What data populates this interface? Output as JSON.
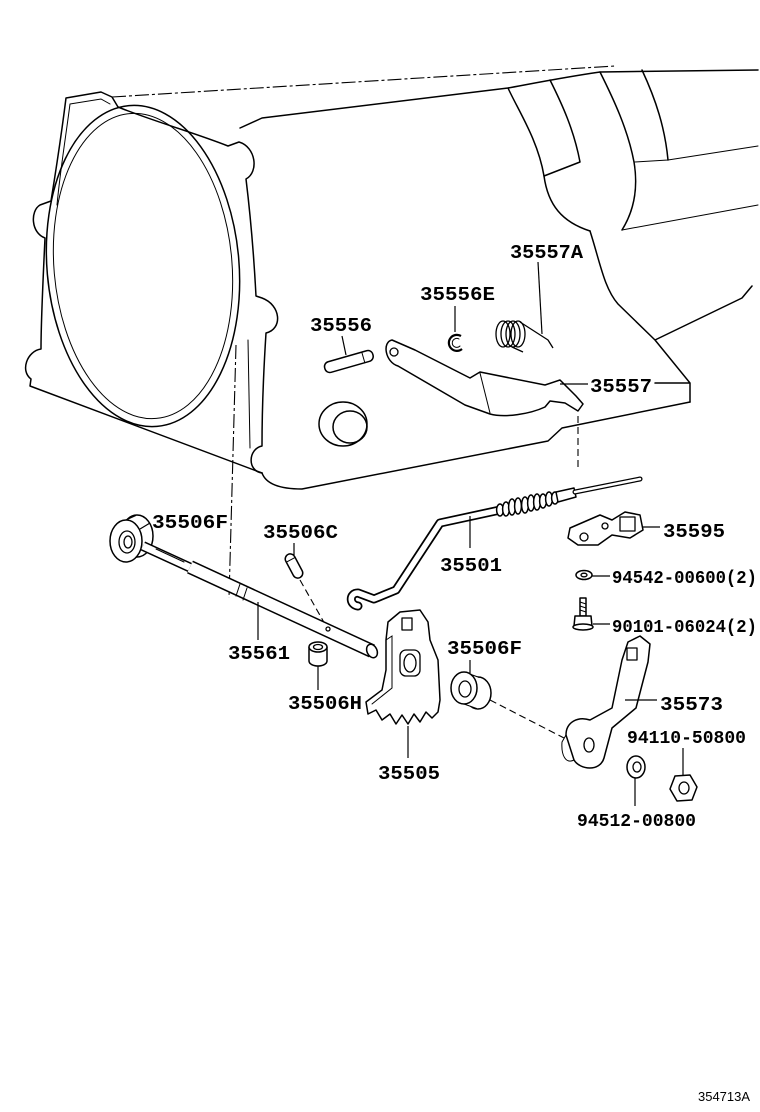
{
  "diagram": {
    "callouts": [
      "35557A",
      "35556E",
      "35556",
      "35557",
      "35506F",
      "35506C",
      "35501",
      "35595",
      "94542-00600(2)",
      "90101-06024(2)",
      "35561",
      "35506F",
      "35506H",
      "35573",
      "94110-50800",
      "35505",
      "94512-00800"
    ],
    "figure_id": "354713A"
  },
  "colors": {
    "line": "#000000",
    "background": "#ffffff"
  }
}
